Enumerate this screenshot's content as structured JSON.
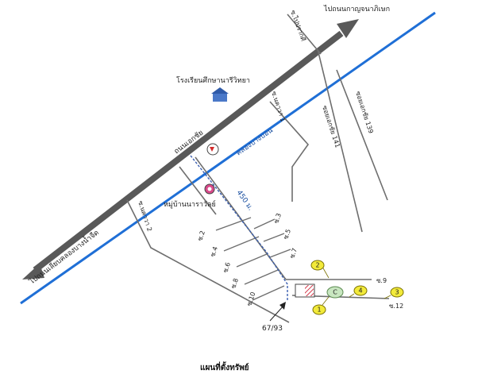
{
  "colors": {
    "main_road": "#595959",
    "minor_road": "#6e6e6e",
    "canal": "#1f6fd6",
    "route": "#3a5fb0",
    "badge_fill": "#f2ea3a",
    "badge_stroke": "#7a7000",
    "landmark_green": "#c8e6c0",
    "property_hatch": "#d23a4a"
  },
  "roads": {
    "top_right_arrow": "ไปถนนกาญจนาภิเษก",
    "bottom_left_arrow": "ไปถนนเลียบคลองบางน้ำจืด",
    "main_road": "ถนนเอกชัย",
    "canal": "คลองบางบอน",
    "soi_paipraek": "ซ.ไปปรากศี",
    "soi_ekachai_141": "ซอยเอกชัย 141",
    "soi_ekachai_139": "ซอยเอกชัย 139",
    "soi_nakorn_1": "ซ.นคาวา 1",
    "soi_nakorn_2": "ซ.นคาวา 2"
  },
  "landmarks": {
    "school": "โรงเรียนศึกษานารีวิทยา",
    "village": "หมู่บ้านนาราวัลย์",
    "distance": "450 ม.",
    "property_number": "67/93",
    "map_title": "แผนที่ตั้งทรัพย์"
  },
  "sois": [
    "ซ.2",
    "ซ.3",
    "ซ.4",
    "ซ.5",
    "ซ.6",
    "ซ.7",
    "ซ.8",
    "ซ.9",
    "ซ.10",
    "ซ.12"
  ],
  "badges": [
    "1",
    "2",
    "3",
    "4"
  ],
  "green_marker": "C"
}
